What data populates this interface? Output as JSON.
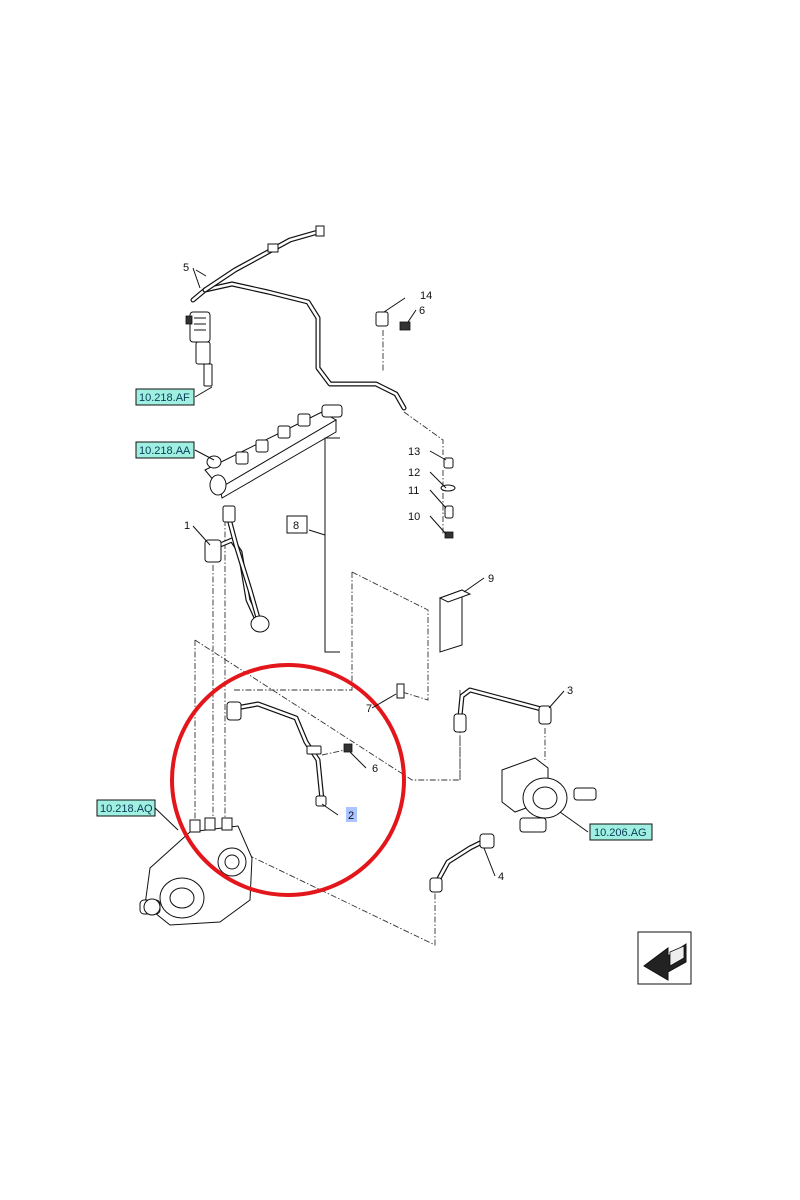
{
  "refs": {
    "injector": "10.218.AF",
    "rail": "10.218.AA",
    "pump": "10.218.AQ",
    "filter": "10.206.AG"
  },
  "callouts": {
    "c1": "1",
    "c2": "2",
    "c3": "3",
    "c4": "4",
    "c5": "5",
    "c6a": "6",
    "c6b": "6",
    "c7": "7",
    "c8": "8",
    "c9": "9",
    "c10": "10",
    "c11": "11",
    "c12": "12",
    "c13": "13",
    "c14": "14"
  },
  "colors": {
    "ref_fill": "#9ff0e0",
    "highlight_circle": "#e3161b",
    "callout_highlight": "#a9c4ff"
  },
  "icons": {
    "nav": "arrow-down-left-icon"
  }
}
